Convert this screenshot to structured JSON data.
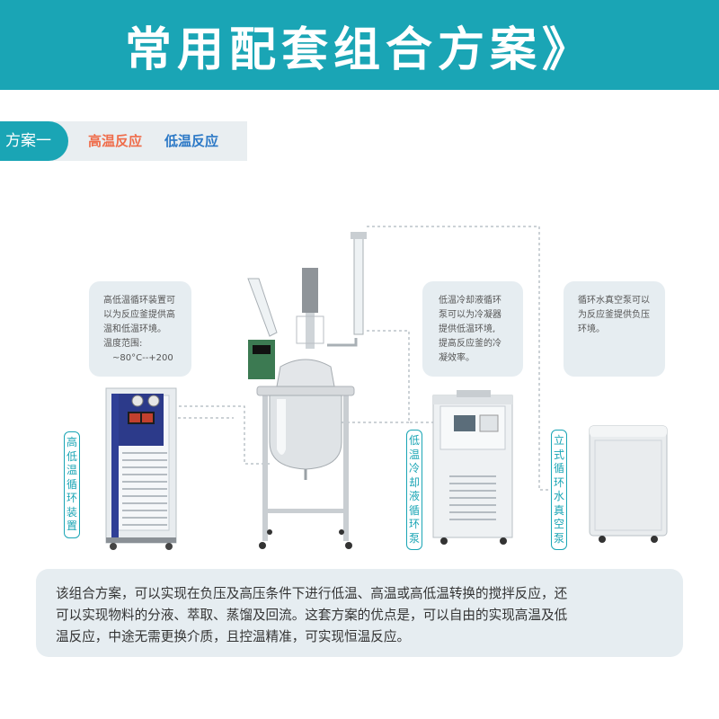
{
  "banner": {
    "title": "常用配套组合方案》"
  },
  "tab": {
    "label": "方案一",
    "hot": "高温反应",
    "cold": "低温反应"
  },
  "desc1": {
    "lines": [
      "高低温循环装置可",
      "以为反应釜提供高",
      "温和低温环境。",
      "温度范围:",
      "~80°C--+200"
    ]
  },
  "desc2": {
    "lines": [
      "低温冷却液循环",
      "泵可以为冷凝器",
      "提供低温环境,",
      "提高反应釜的冷",
      "凝效率。"
    ]
  },
  "desc3": {
    "lines": [
      "循环水真空泵可以",
      "为反应釜提供负压",
      "环境。"
    ]
  },
  "labels": {
    "circulator": "高低温循环装置",
    "chiller": "低温冷却液循环泵",
    "vacuum": "立式循环水真空泵"
  },
  "summary": {
    "line1": "该组合方案，可以实现在负压及高压条件下进行低温、高温或高低温转换的搅拌反应，还",
    "line2": "可以实现物料的分液、萃取、蒸馏及回流。这套方案的优点是，可以自由的实现高温及低",
    "line3": "温反应，中途无需更换介质，且控温精准，可实现恒温反应。"
  },
  "colors": {
    "accent": "#1aa5b5",
    "hot": "#ef6c4a",
    "cold": "#2b78c6",
    "panel": "#e6edf1"
  }
}
